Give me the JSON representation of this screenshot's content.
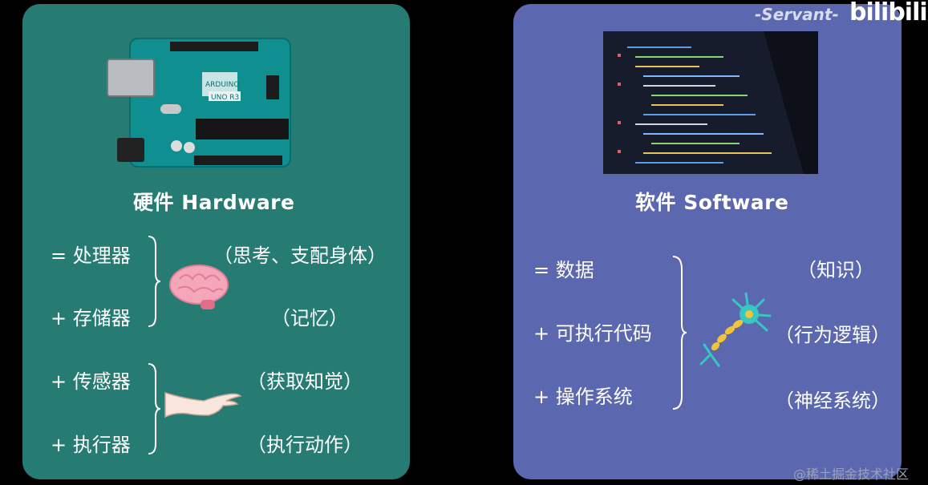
{
  "hardware": {
    "title": "硬件 Hardware",
    "items": [
      "= 处理器",
      "+ 存储器",
      "+ 传感器",
      "+ 执行器"
    ],
    "notes": [
      "（思考、支配身体）",
      "（记忆）",
      "（获取知觉）",
      "（执行动作）"
    ]
  },
  "software": {
    "title": "软件 Software",
    "items": [
      "=  数据",
      "+ 可执行代码",
      "+ 操作系统"
    ],
    "notes": [
      "（知识）",
      "（行为逻辑）",
      "（神经系统）"
    ]
  },
  "overlay": {
    "watermark": "-Servant-",
    "logo": "bilibili",
    "credit": "@稀土掘金技术社区"
  }
}
